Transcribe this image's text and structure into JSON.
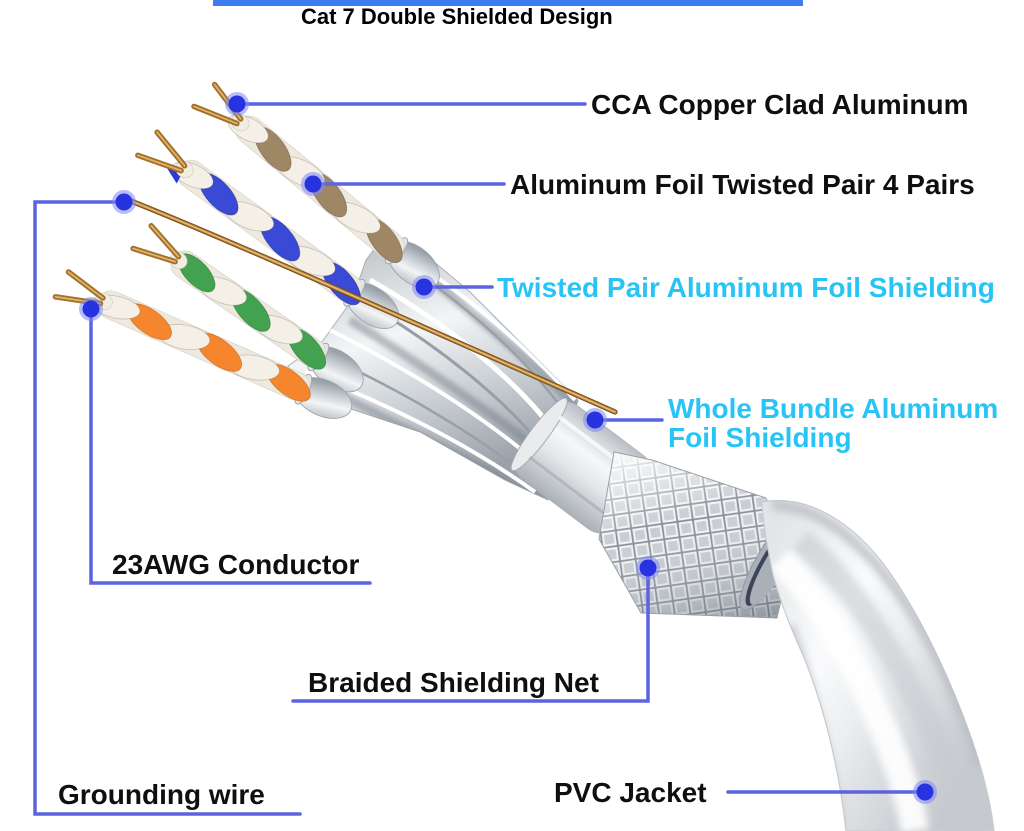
{
  "title": "Cat 7 Double Shielded Design",
  "callouts": {
    "cca": {
      "label": "CCA Copper Clad Aluminum"
    },
    "foil_pair": {
      "label": "Aluminum Foil Twisted Pair 4 Pairs"
    },
    "tp_foil": {
      "label": "Twisted Pair Aluminum Foil Shielding"
    },
    "bundle_foil": {
      "line1": "Whole Bundle Aluminum",
      "line2": "Foil Shielding"
    },
    "conductor": {
      "label": "23AWG Conductor"
    },
    "braid": {
      "label": "Braided Shielding Net"
    },
    "grounding": {
      "label": "Grounding wire"
    },
    "pvc": {
      "label": "PVC Jacket"
    }
  },
  "colors": {
    "accent_line": "#5c63e0",
    "dot": "#2733de",
    "dot_halo": "#7d86f0",
    "cyan_text": "#29c4f6",
    "black_text": "#0f0f0f",
    "top_rule": "#3f7cf0"
  }
}
